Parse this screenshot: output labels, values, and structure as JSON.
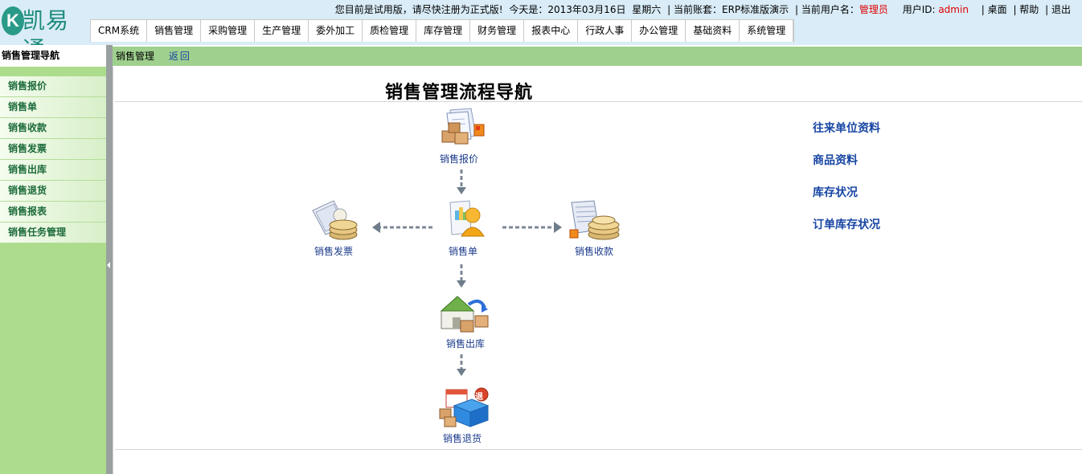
{
  "app": {
    "logo_text": "凯易通",
    "notice": "您目前是试用版，请尽快注册为正式版!",
    "today_label": "今天是：2013年03月16日",
    "weekday": "星期六",
    "account_label": "| 当前账套：ERP标准版演示",
    "user_label": "| 当前用户名：",
    "user_name": "管理员",
    "user_id_label": "用户ID: ",
    "user_id": "admin",
    "desktop": "| 桌面",
    "help": "| 帮助",
    "logout": "| 退出"
  },
  "nav": [
    "CRM系统",
    "销售管理",
    "采购管理",
    "生产管理",
    "委外加工",
    "质检管理",
    "库存管理",
    "财务管理",
    "报表中心",
    "行政人事",
    "办公管理",
    "基础资料",
    "系统管理"
  ],
  "sidebar": {
    "title": "销售管理导航",
    "items": [
      "销售报价",
      "销售单",
      "销售收款",
      "销售发票",
      "销售出库",
      "销售退货",
      "销售报表",
      "销售任务管理"
    ]
  },
  "breadcrumb": {
    "current": "销售管理",
    "back": "返回"
  },
  "page": {
    "title": "销售管理流程导航"
  },
  "flow": {
    "quote": "销售报价",
    "order": "销售单",
    "invoice": "销售发票",
    "receipt": "销售收款",
    "outbound": "销售出库",
    "returns": "销售退货",
    "return_badge": "退"
  },
  "quick_links": [
    "往来单位资料",
    "商品资料",
    "库存状况",
    "订单库存状况"
  ],
  "icons": {
    "quote": "document-with-boxes-icon",
    "order": "user-document-icon",
    "invoice": "invoice-coins-icon",
    "receipt": "ledger-coins-icon",
    "outbound": "warehouse-boxes-icon",
    "returns": "return-box-icon"
  },
  "colors": {
    "sidebar_bg": "#acdc8c",
    "header_bg": "#d9ecf7",
    "link": "#1846a3",
    "highlight_red": "#e00000"
  }
}
